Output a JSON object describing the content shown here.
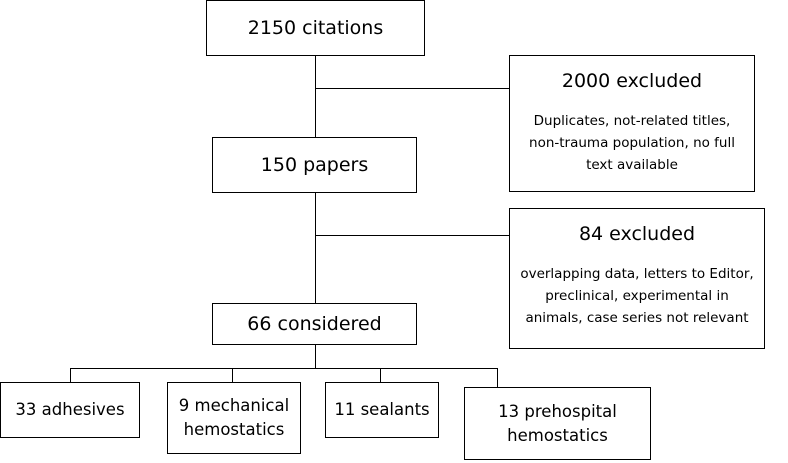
{
  "flow": {
    "citations": "2150 citations",
    "papers": "150 papers",
    "considered": "66 considered"
  },
  "exclusions": [
    {
      "title": "2000 excluded",
      "detail_lines": [
        "Duplicates, not-related titles,",
        "non-trauma population, no full",
        "text available"
      ]
    },
    {
      "title": "84 excluded",
      "detail_lines": [
        "overlapping data, letters to Editor,",
        "preclinical, experimental in",
        "animals, case series not relevant"
      ]
    }
  ],
  "categories": [
    {
      "line1": "33 adhesives",
      "line2": ""
    },
    {
      "line1": "9 mechanical",
      "line2": "hemostatics"
    },
    {
      "line1": "11 sealants",
      "line2": ""
    },
    {
      "line1": "13 prehospital",
      "line2": "hemostatics"
    }
  ]
}
